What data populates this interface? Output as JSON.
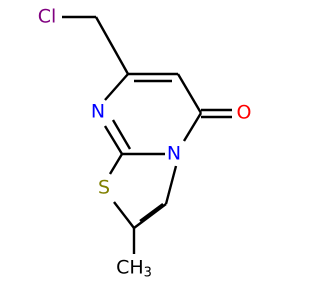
{
  "molecule": {
    "atoms": {
      "cl": {
        "label": "Cl",
        "color": "#800080"
      },
      "n_top": {
        "label": "N",
        "color": "#0000ff"
      },
      "n_bridge": {
        "label": "N",
        "color": "#0000ff"
      },
      "o": {
        "label": "O",
        "color": "#ff0000"
      },
      "s": {
        "label": "S",
        "color": "#808000"
      },
      "methyl": {
        "label": "CH",
        "subscript": "3",
        "color": "#000000"
      }
    }
  }
}
